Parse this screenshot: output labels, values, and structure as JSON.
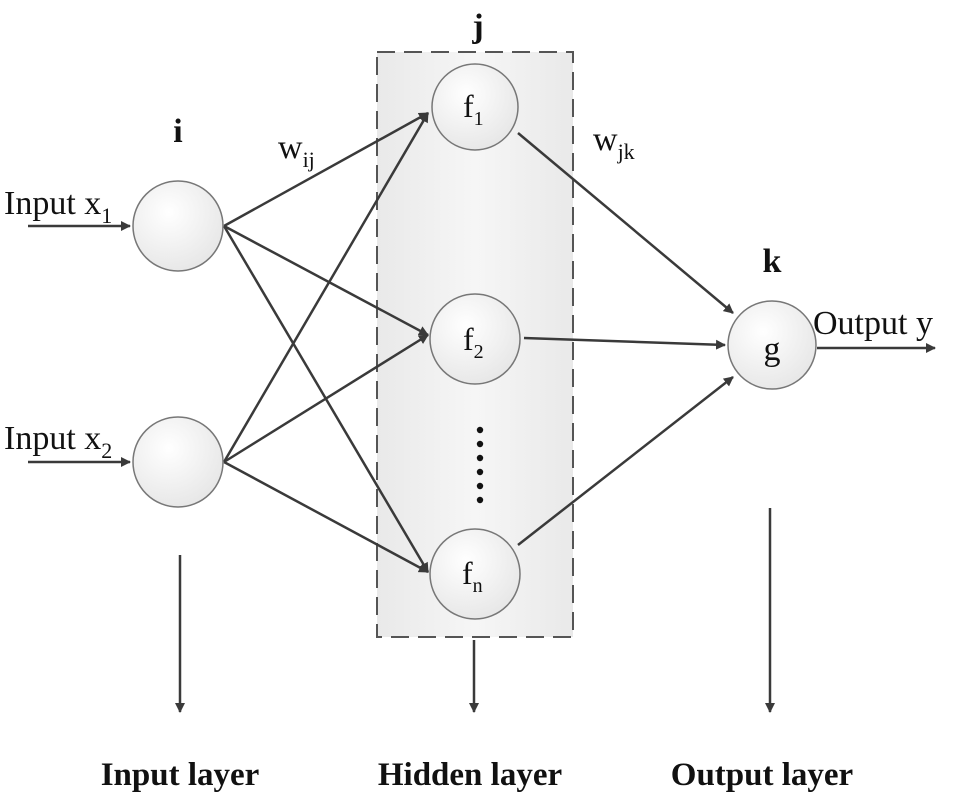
{
  "labels": {
    "input_node_index": "i",
    "hidden_node_index": "j",
    "output_node_index": "k",
    "weight_input_hidden": "w",
    "weight_input_hidden_sub": "ij",
    "weight_hidden_output": "w",
    "weight_hidden_output_sub": "jk"
  },
  "inputs": [
    {
      "text": "Input x",
      "sub": "1"
    },
    {
      "text": "Input x",
      "sub": "2"
    }
  ],
  "hidden_nodes": [
    {
      "text": "f",
      "sub": "1"
    },
    {
      "text": "f",
      "sub": "2"
    },
    {
      "text": "f",
      "sub": "n"
    }
  ],
  "output_node": {
    "text": "g"
  },
  "output_label": "Output y",
  "ellipsis": "⋮",
  "layers": {
    "input": "Input layer",
    "hidden": "Hidden layer",
    "output": "Output layer"
  }
}
